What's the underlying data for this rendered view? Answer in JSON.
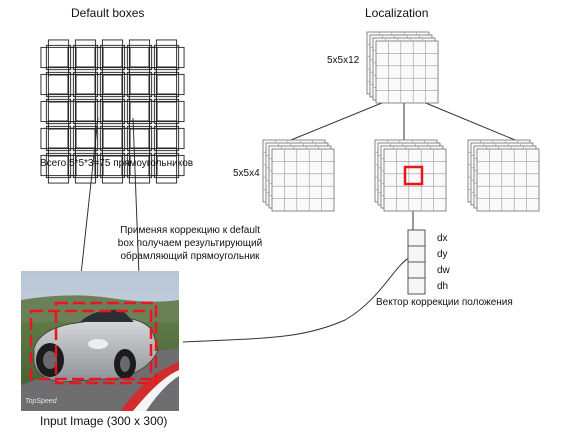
{
  "default_boxes": {
    "title": "Default boxes",
    "caption": "Всего 5*5*3=75 прямоугольников"
  },
  "localization": {
    "title": "Localization",
    "top_map_label": "5x5x12",
    "mid_map_label": "5x5x4"
  },
  "correction": {
    "lines": [
      "Применяя коррекцию к default",
      "box получаем результирующий",
      "обрамляющий прямоугольник"
    ]
  },
  "vector": {
    "components": [
      "dx",
      "dy",
      "dw",
      "dh"
    ],
    "caption": "Вектор коррекции положения"
  },
  "input_image": {
    "caption": "Input Image (300 x 300)",
    "watermark": "TopSpeed"
  },
  "colors": {
    "highlight": "#e8161e",
    "stroke": "#222222",
    "grid_stroke": "#7a7a7a"
  }
}
